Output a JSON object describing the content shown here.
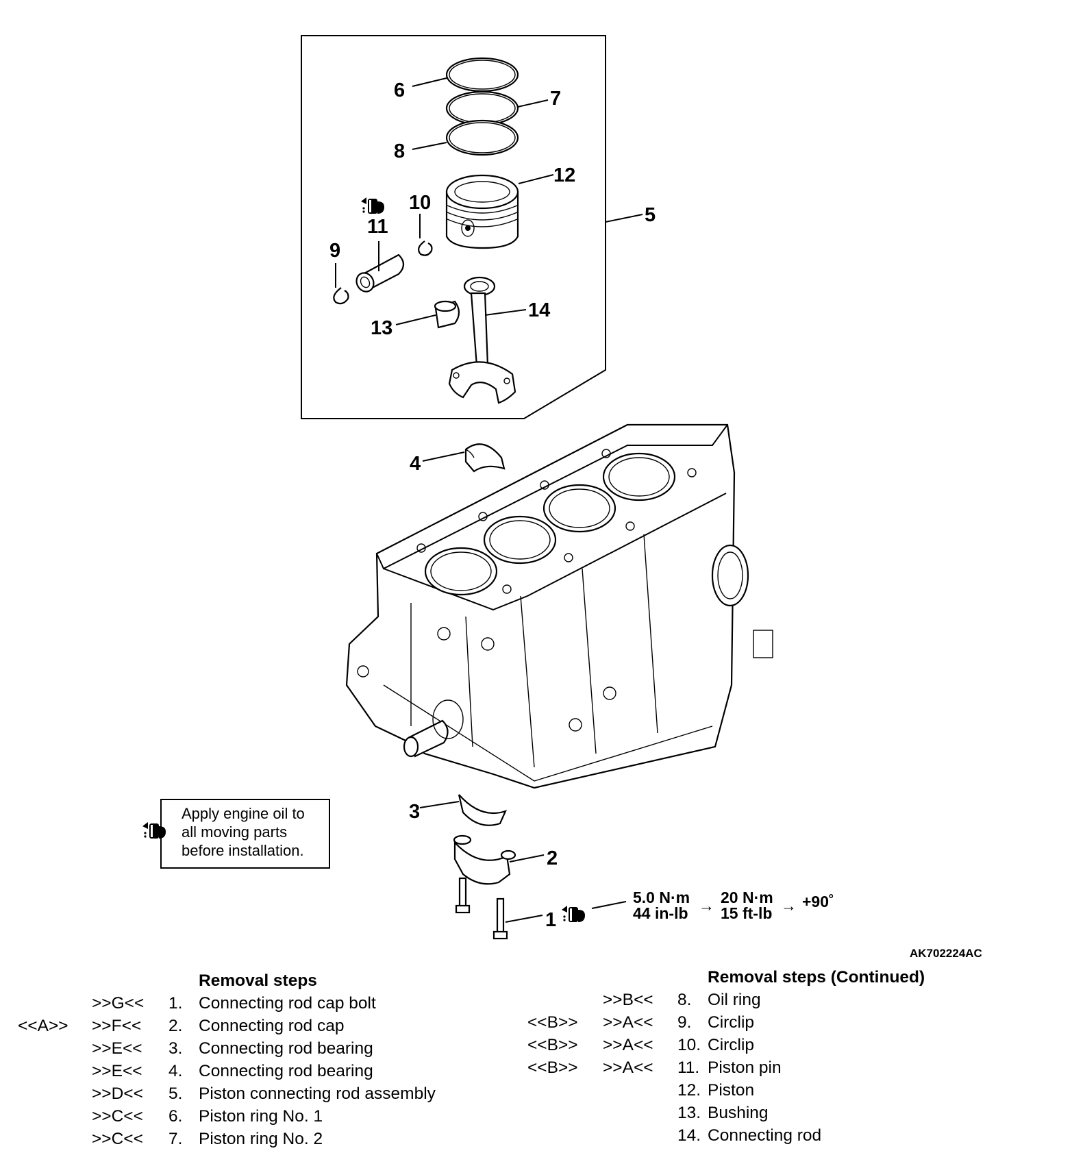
{
  "callouts": {
    "c1": "1",
    "c2": "2",
    "c3": "3",
    "c4": "4",
    "c5": "5",
    "c6": "6",
    "c7": "7",
    "c8": "8",
    "c9": "9",
    "c10": "10",
    "c11": "11",
    "c12": "12",
    "c13": "13",
    "c14": "14"
  },
  "torque": {
    "stage1_metric": "5.0 N·m",
    "stage1_imperial": "44 in-lb",
    "arrow": "→",
    "stage2_metric": "20 N·m",
    "stage2_imperial": "15 ft-lb",
    "stage3": "+90˚"
  },
  "figure_id": "AK702224AC",
  "note": {
    "line1": "Apply engine oil to",
    "line2": "all moving parts",
    "line3": "before installation.",
    "icon": "oil-can-icon"
  },
  "steps_left": {
    "title": "Removal steps",
    "rows": [
      {
        "code": "",
        "mark": ">>G<<",
        "num": "1.",
        "label": "Connecting rod cap bolt"
      },
      {
        "code": "<<A>>",
        "mark": ">>F<<",
        "num": "2.",
        "label": "Connecting rod cap"
      },
      {
        "code": "",
        "mark": ">>E<<",
        "num": "3.",
        "label": "Connecting rod bearing"
      },
      {
        "code": "",
        "mark": ">>E<<",
        "num": "4.",
        "label": "Connecting rod bearing"
      },
      {
        "code": "",
        "mark": ">>D<<",
        "num": "5.",
        "label": "Piston connecting rod assembly"
      },
      {
        "code": "",
        "mark": ">>C<<",
        "num": "6.",
        "label": "Piston ring No. 1"
      },
      {
        "code": "",
        "mark": ">>C<<",
        "num": "7.",
        "label": "Piston ring No. 2"
      }
    ]
  },
  "steps_right": {
    "title": "Removal steps (Continued)",
    "rows": [
      {
        "code": "",
        "mark": ">>B<<",
        "num": "8.",
        "label": "Oil ring"
      },
      {
        "code": "<<B>>",
        "mark": ">>A<<",
        "num": "9.",
        "label": "Circlip"
      },
      {
        "code": "<<B>>",
        "mark": ">>A<<",
        "num": "10.",
        "label": "Circlip"
      },
      {
        "code": "<<B>>",
        "mark": ">>A<<",
        "num": "11.",
        "label": "Piston pin"
      },
      {
        "code": "",
        "mark": "",
        "num": "12.",
        "label": "Piston"
      },
      {
        "code": "",
        "mark": "",
        "num": "13.",
        "label": "Bushing"
      },
      {
        "code": "",
        "mark": "",
        "num": "14.",
        "label": "Connecting rod"
      }
    ]
  }
}
